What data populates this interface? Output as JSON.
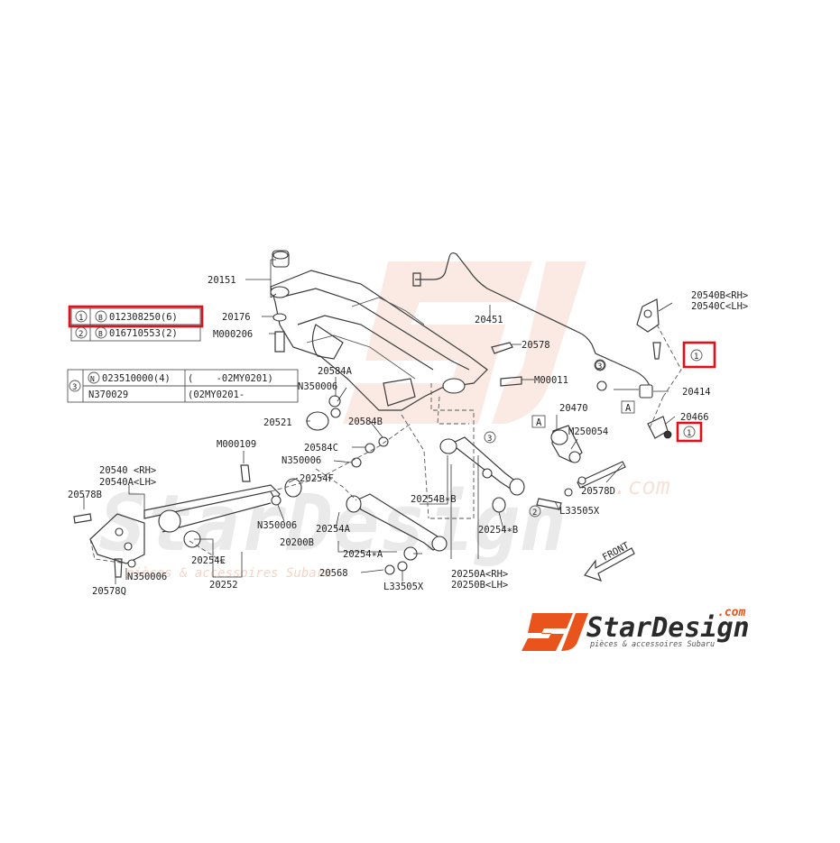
{
  "labels": {
    "p20151": "20151",
    "p20176": "20176",
    "m000206": "M000206",
    "p20451": "20451",
    "p20578": "20578",
    "p20540b_rh": "20540B<RH>",
    "p20540c_lh": "20540C<LH>",
    "p20414": "20414",
    "p20466": "20466",
    "m000011": "M00011",
    "p20584a": "20584A",
    "n350006_a": "N350006",
    "p20521": "20521",
    "p20584b": "20584B",
    "p20584c": "20584C",
    "n350006_b": "N350006",
    "p20470": "20470",
    "m250054": "M250054",
    "m000109": "M000109",
    "p20540_rh": "20540 <RH>",
    "p20540a_lh": "20540A<LH>",
    "p20578b": "20578B",
    "p20254f": "20254F",
    "n350006_c": "N350006",
    "p20254a": "20254A",
    "p20200b": "20200B",
    "p20254b_b": "20254B∗B",
    "p20578d": "20578D",
    "l33505x_a": "L33505X",
    "p20254_b": "20254∗B",
    "p20254_a": "20254∗A",
    "p20568": "20568",
    "l33505x_b": "L33505X",
    "p20250a_rh": "20250A<RH>",
    "p20250b_lh": "20250B<LH>",
    "n350006_d": "N350006",
    "p20254e": "20254E",
    "p20252": "20252",
    "p20578q": "20578Q",
    "ref_a1": "A",
    "ref_a2": "A",
    "front": "FRONT"
  },
  "callouts": {
    "one": "1",
    "two": "2",
    "three": "3"
  },
  "legend": {
    "row1": {
      "num": "1",
      "prefix": "B",
      "part": "012308250(6)"
    },
    "row2": {
      "num": "2",
      "prefix": "B",
      "part": "016710553(2)"
    },
    "row3": {
      "num": "3",
      "a": {
        "prefix": "N",
        "part": "023510000(4)",
        "range": "(    -02MY0201)"
      },
      "b": {
        "part": "N370029",
        "range": "(02MY0201-     "
      }
    }
  },
  "watermark": {
    "brand": "StarDesign",
    "domain": ".com",
    "tagline": "pièces & accessoires Subaru",
    "big_text": "StarDesign",
    "big_tagline": "pièces & accessoires Subaru",
    "big_domain": ".com",
    "logo_mark": "SJ"
  },
  "colors": {
    "highlight": "#e0101a",
    "logo_orange": "#e8541c",
    "line": "#333333"
  }
}
